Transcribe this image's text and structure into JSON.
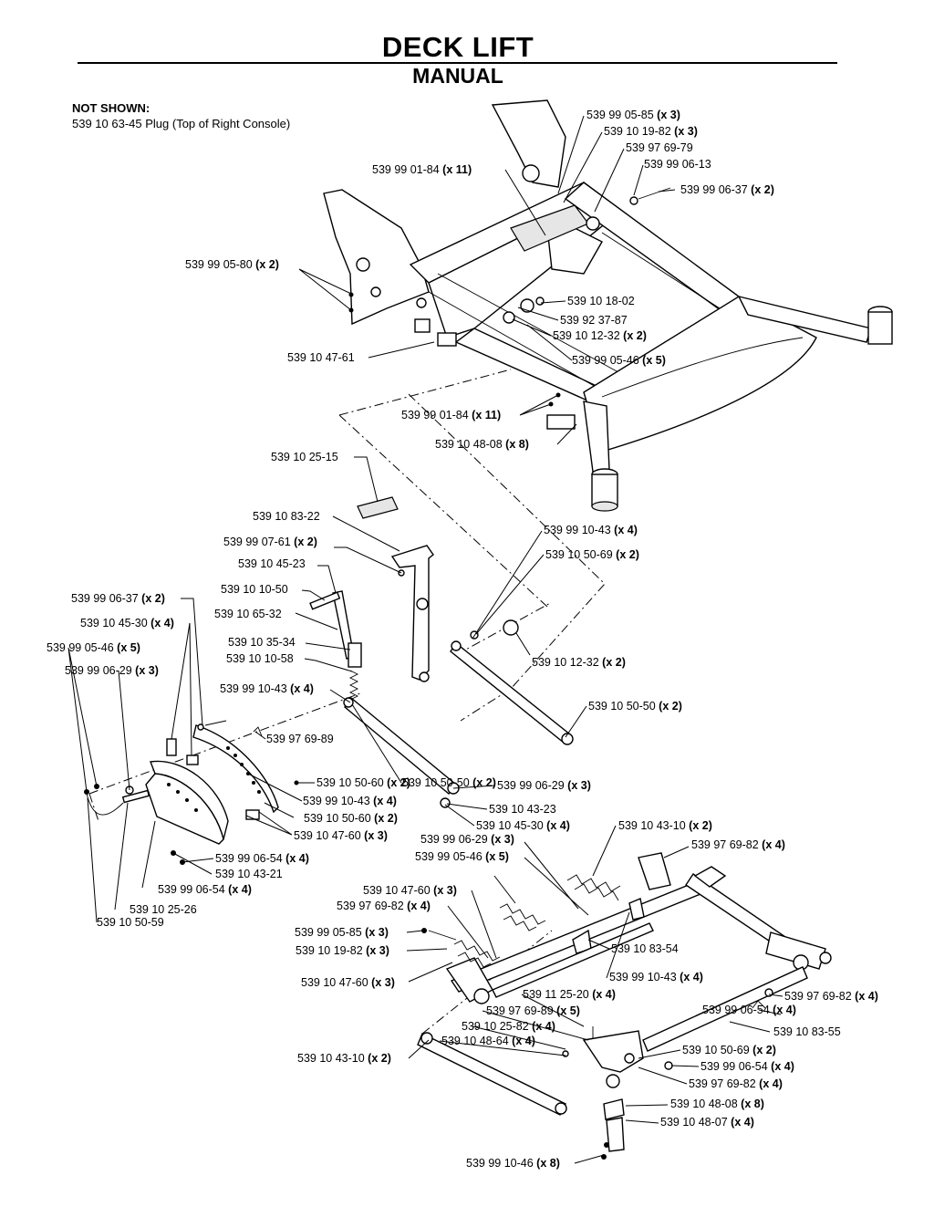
{
  "title": "DECK LIFT",
  "subtitle": "MANUAL",
  "not_shown": {
    "heading": "NOT SHOWN:",
    "items": [
      "539 10 63-45  Plug (Top of Right Console)"
    ]
  },
  "labels": [
    {
      "part": "539 99 05-85",
      "qty": "(x 3)"
    },
    {
      "part": "539 10 19-82",
      "qty": "(x 3)"
    },
    {
      "part": "539 97 69-79",
      "qty": ""
    },
    {
      "part": "539 99 06-13",
      "qty": ""
    },
    {
      "part": "539 99 01-84",
      "qty": "(x 11)"
    },
    {
      "part": "539 99 06-37",
      "qty": "(x 2)"
    },
    {
      "part": "539 99 05-80",
      "qty": "(x 2)"
    },
    {
      "part": "539 10 18-02",
      "qty": ""
    },
    {
      "part": "539 92 37-87",
      "qty": ""
    },
    {
      "part": "539 10 12-32",
      "qty": "(x 2)"
    },
    {
      "part": "539 10 47-61",
      "qty": ""
    },
    {
      "part": "539 99 05-46",
      "qty": "(x 5)"
    },
    {
      "part": "539 99 01-84",
      "qty": "(x 11)"
    },
    {
      "part": "539 10 48-08",
      "qty": "(x 8)"
    },
    {
      "part": "539 10 25-15",
      "qty": ""
    },
    {
      "part": "539 10 83-22",
      "qty": ""
    },
    {
      "part": "539 99 10-43",
      "qty": "(x 4)"
    },
    {
      "part": "539 99 07-61",
      "qty": "(x 2)"
    },
    {
      "part": "539 10 50-69",
      "qty": "(x 2)"
    },
    {
      "part": "539 10 45-23",
      "qty": ""
    },
    {
      "part": "539 10 10-50",
      "qty": ""
    },
    {
      "part": "539 99 06-37",
      "qty": "(x 2)"
    },
    {
      "part": "539 10 65-32",
      "qty": ""
    },
    {
      "part": "539 10 45-30",
      "qty": "(x 4)"
    },
    {
      "part": "539 10 12-32",
      "qty": "(x 2)"
    },
    {
      "part": "539 99 05-46",
      "qty": "(x 5)"
    },
    {
      "part": "539 10 35-34",
      "qty": ""
    },
    {
      "part": "539 99 06-29",
      "qty": "(x 3)"
    },
    {
      "part": "539 10 10-58",
      "qty": ""
    },
    {
      "part": "539 99 10-43",
      "qty": "(x 4)"
    },
    {
      "part": "539 10 50-50",
      "qty": "(x 2)"
    },
    {
      "part": "539 97 69-89",
      "qty": ""
    },
    {
      "part": "539 10 50-60",
      "qty": "(x 2)"
    },
    {
      "part": "539 10 50-50",
      "qty": "(x 2)"
    },
    {
      "part": "539 99 06-29",
      "qty": "(x 3)"
    },
    {
      "part": "539 99 10-43",
      "qty": "(x 4)"
    },
    {
      "part": "539 10 43-23",
      "qty": ""
    },
    {
      "part": "539 10 50-60",
      "qty": "(x 2)"
    },
    {
      "part": "539 10 45-30",
      "qty": "(x 4)"
    },
    {
      "part": "539 10 47-60",
      "qty": "(x 3)"
    },
    {
      "part": "539 10 43-10",
      "qty": "(x 2)"
    },
    {
      "part": "539 97 69-82",
      "qty": "(x 4)"
    },
    {
      "part": "539 99 06-29",
      "qty": "(x 3)"
    },
    {
      "part": "539 99 06-54",
      "qty": "(x 4)"
    },
    {
      "part": "539 99 05-46",
      "qty": "(x 5)"
    },
    {
      "part": "539 10 43-21",
      "qty": ""
    },
    {
      "part": "539 99 06-54",
      "qty": "(x 4)"
    },
    {
      "part": "539 10 47-60",
      "qty": "(x 3)"
    },
    {
      "part": "539 97 69-82",
      "qty": "(x 4)"
    },
    {
      "part": "539 10 25-26",
      "qty": ""
    },
    {
      "part": "539 10 50-59",
      "qty": ""
    },
    {
      "part": "539 99 05-85",
      "qty": "(x 3)"
    },
    {
      "part": "539 10 83-54",
      "qty": ""
    },
    {
      "part": "539 10 19-82",
      "qty": "(x 3)"
    },
    {
      "part": "539 99 10-43",
      "qty": "(x 4)"
    },
    {
      "part": "539 10 47-60",
      "qty": "(x 3)"
    },
    {
      "part": "539 11 25-20",
      "qty": "(x 4)"
    },
    {
      "part": "539 97 69-82",
      "qty": "(x 4)"
    },
    {
      "part": "539 97 69-89",
      "qty": "(x 5)"
    },
    {
      "part": "539 99 06-54",
      "qty": "(x 4)"
    },
    {
      "part": "539 10 25-82",
      "qty": "(x 4)"
    },
    {
      "part": "539 10 83-55",
      "qty": ""
    },
    {
      "part": "539 10 48-64",
      "qty": "(x 4)"
    },
    {
      "part": "539 10 50-69",
      "qty": "(x 2)"
    },
    {
      "part": "539 10 43-10",
      "qty": "(x 2)"
    },
    {
      "part": "539 99 06-54",
      "qty": "(x 4)"
    },
    {
      "part": "539 97 69-82",
      "qty": "(x 4)"
    },
    {
      "part": "539 10 48-08",
      "qty": "(x 8)"
    },
    {
      "part": "539 10 48-07",
      "qty": "(x 4)"
    },
    {
      "part": "539 99 10-46",
      "qty": "(x 8)"
    }
  ]
}
